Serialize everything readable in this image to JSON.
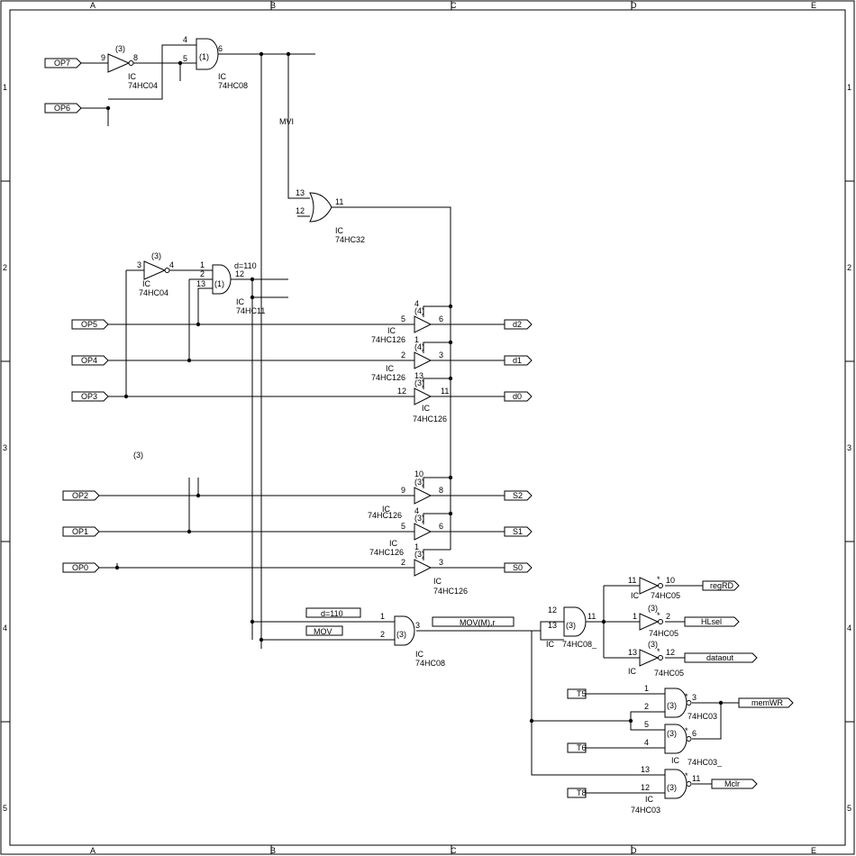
{
  "frame": {
    "cols": [
      "A",
      "B",
      "C",
      "D",
      "E"
    ],
    "rows": [
      "1",
      "2",
      "3",
      "4",
      "5"
    ]
  },
  "ports": {
    "op7": "OP7",
    "op6": "OP6",
    "op5": "OP5",
    "op4": "OP4",
    "op3": "OP3",
    "op2": "OP2",
    "op1": "OP1",
    "op0": "OP0",
    "d2": "d2",
    "d1": "d1",
    "d0": "d0",
    "s2": "S2",
    "s1": "S1",
    "s0": "S0",
    "regrd": "regRD",
    "hlsel": "HLsel",
    "dataout": "dataout",
    "t5": "T5",
    "t6": "T6",
    "t8": "T8",
    "memwr": "memWR",
    "mclr": "Mclr"
  },
  "nets": {
    "mvi": "MVI",
    "d110a": "d=110",
    "d110b": "d=110",
    "mov": "MOV",
    "movm": "MOV(M),r"
  },
  "gates": {
    "u1": {
      "unit": "(3)",
      "ic": "IC",
      "part": "74HC04",
      "in": "9",
      "out": "8"
    },
    "u2": {
      "unit": "(1)",
      "ic": "IC",
      "part": "74HC08",
      "in1": "4",
      "in2": "5",
      "out": "6"
    },
    "u3": {
      "unit": "",
      "ic": "IC",
      "part": "74HC32",
      "in1": "13",
      "in2": "12",
      "out": "11"
    },
    "u4": {
      "unit": "(3)",
      "ic": "IC",
      "part": "74HC04",
      "in": "3",
      "out": "4"
    },
    "u5": {
      "unit": "(1)",
      "ic": "IC",
      "part": "74HC11",
      "in1": "1",
      "in2": "2",
      "in3": "13",
      "out": "12"
    },
    "b1": {
      "unit": "(4)",
      "en": "4",
      "ic": "IC",
      "part": "74HC126",
      "in": "5",
      "out": "6"
    },
    "b2": {
      "unit": "(4)",
      "en": "1",
      "ic": "IC",
      "part": "74HC126",
      "in": "2",
      "out": "3"
    },
    "b3": {
      "unit": "(3)",
      "en": "13",
      "ic": "IC",
      "part": "74HC126",
      "in": "12",
      "out": "11"
    },
    "b4": {
      "unit": "(3)",
      "en": "10",
      "ic": "IC",
      "part": "74HC126",
      "in": "9",
      "out": "8"
    },
    "b5": {
      "unit": "(3)",
      "en": "4",
      "ic": "IC",
      "part": "74HC126",
      "in": "5",
      "out": "6"
    },
    "b6": {
      "unit": "(3)",
      "en": "1",
      "ic": "IC",
      "part": "74HC126",
      "in": "2",
      "out": "3"
    },
    "u6": {
      "unit": "(3)",
      "ic": "IC",
      "part": "74HC08",
      "in1": "1",
      "in2": "2",
      "out": "3"
    },
    "u7": {
      "unit": "(3)",
      "ic": "IC",
      "part": "74HC08_",
      "in1": "12",
      "in2": "13",
      "out": "11"
    },
    "n1": {
      "unit": "",
      "star": "*",
      "ic": "IC",
      "part": "74HC05",
      "in": "11",
      "out": "10"
    },
    "n2": {
      "unit": "(3)",
      "star": "*",
      "ic": "",
      "part": "74HC05",
      "in": "1",
      "out": "2"
    },
    "n3": {
      "unit": "(3)",
      "star": "*",
      "ic": "IC",
      "part": "74HC05",
      "in": "13",
      "out": "12"
    },
    "a1": {
      "unit": "(3)",
      "star": "*",
      "ic": "",
      "part": "74HC03",
      "in1": "1",
      "in2": "2",
      "out": "3"
    },
    "a2": {
      "unit": "(3)",
      "star": "*",
      "ic": "IC",
      "part": "74HC03_",
      "in1": "5",
      "in2": "4",
      "out": "6"
    },
    "a3": {
      "unit": "(3)",
      "star": "*",
      "ic": "IC",
      "part": "74HC03",
      "in1": "13",
      "in2": "12",
      "out": "11"
    }
  },
  "stray": {
    "unit": "(3)"
  }
}
